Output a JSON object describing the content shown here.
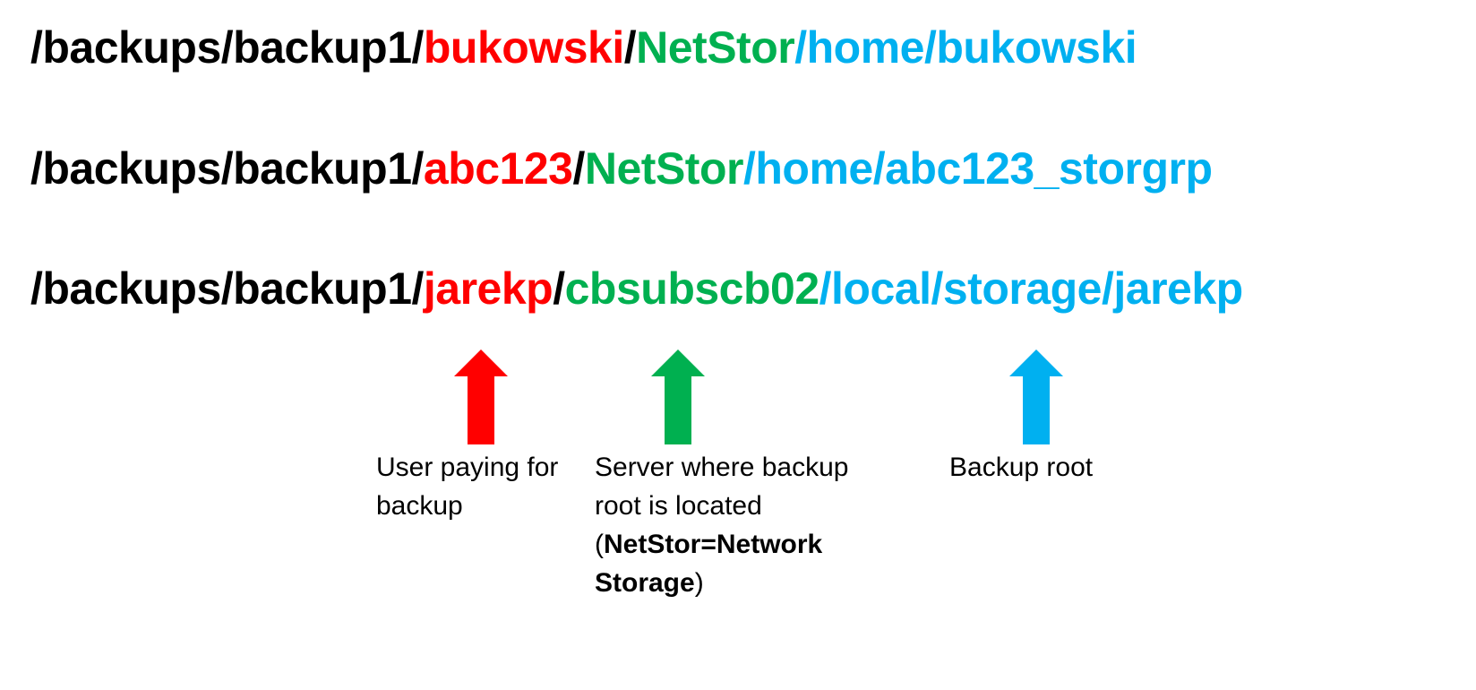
{
  "colors": {
    "user": "#FF0000",
    "server": "#00B050",
    "root": "#00B0F0",
    "base": "#000000"
  },
  "paths": [
    {
      "base": "/backups/backup1/",
      "user": "bukowski",
      "sep": "/",
      "server": "NetStor",
      "root": "/home/bukowski"
    },
    {
      "base": "/backups/backup1/",
      "user": "abc123",
      "sep": "/",
      "server": "NetStor",
      "root": "/home/abc123_storgrp"
    },
    {
      "base": "/backups/backup1/",
      "user": "jarekp",
      "sep": "/",
      "server": "cbsubscb02",
      "root": "/local/storage/jarekp"
    }
  ],
  "annotations": {
    "user": {
      "text": "User paying for backup",
      "icon": "arrow-up-icon"
    },
    "server": {
      "text": "Server where backup root is located",
      "open": "(",
      "bold": "NetStor=Network Storage",
      "close": ")",
      "icon": "arrow-up-icon"
    },
    "root": {
      "text": "Backup root",
      "icon": "arrow-up-icon"
    }
  }
}
